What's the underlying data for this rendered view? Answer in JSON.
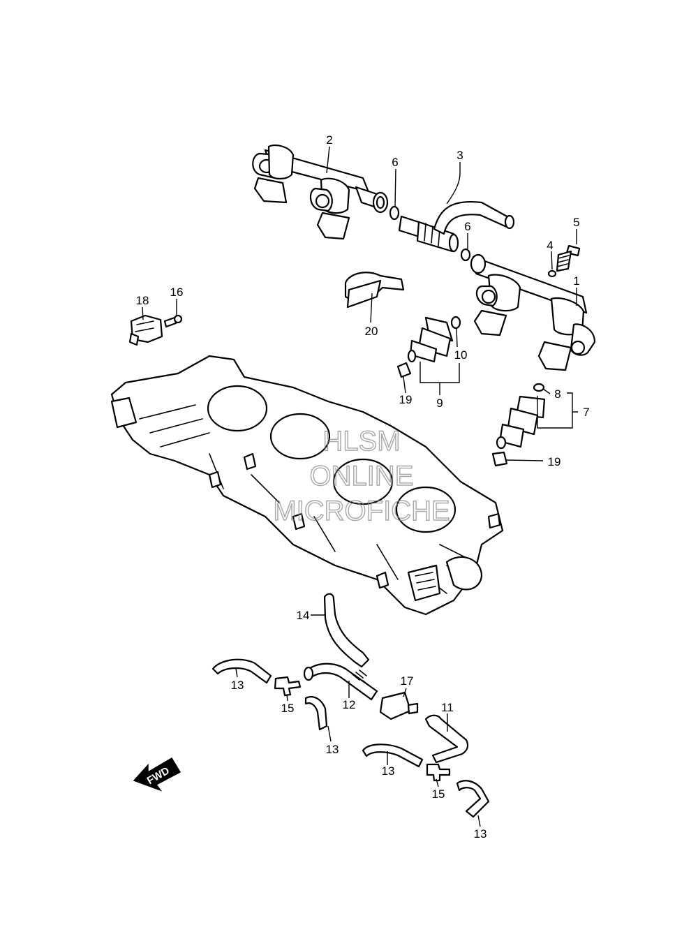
{
  "callouts": [
    {
      "id": "c1",
      "label": "1"
    },
    {
      "id": "c2",
      "label": "2"
    },
    {
      "id": "c3",
      "label": "3"
    },
    {
      "id": "c4",
      "label": "4"
    },
    {
      "id": "c5",
      "label": "5"
    },
    {
      "id": "c6a",
      "label": "6"
    },
    {
      "id": "c6b",
      "label": "6"
    },
    {
      "id": "c7",
      "label": "7"
    },
    {
      "id": "c8",
      "label": "8"
    },
    {
      "id": "c9",
      "label": "9"
    },
    {
      "id": "c10",
      "label": "10"
    },
    {
      "id": "c11",
      "label": "11"
    },
    {
      "id": "c12",
      "label": "12"
    },
    {
      "id": "c13a",
      "label": "13"
    },
    {
      "id": "c13b",
      "label": "13"
    },
    {
      "id": "c13c",
      "label": "13"
    },
    {
      "id": "c13d",
      "label": "13"
    },
    {
      "id": "c14",
      "label": "14"
    },
    {
      "id": "c15a",
      "label": "15"
    },
    {
      "id": "c15b",
      "label": "15"
    },
    {
      "id": "c16",
      "label": "16"
    },
    {
      "id": "c17",
      "label": "17"
    },
    {
      "id": "c18",
      "label": "18"
    },
    {
      "id": "c19a",
      "label": "19"
    },
    {
      "id": "c19b",
      "label": "19"
    },
    {
      "id": "c20",
      "label": "20"
    }
  ],
  "watermark": {
    "line1": "HLSM",
    "line2": "ONLINE",
    "line3": "MICROFICHE"
  },
  "direction_arrow": {
    "label": "FWD",
    "icon": "fwd-arrow-icon"
  }
}
